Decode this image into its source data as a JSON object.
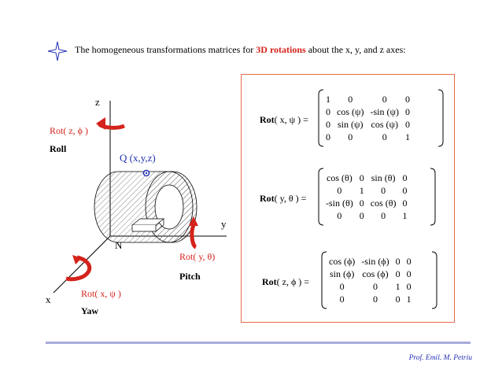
{
  "title": {
    "prefix": "The homogeneous transformations matrices for ",
    "highlight": "3D rotations",
    "suffix": " about the x, y, and z axes:"
  },
  "diagram": {
    "axis_z": "z",
    "axis_y": "y",
    "axis_x": "x",
    "origin": "N",
    "point": "Q (x,y,z)",
    "rot_z": "Rot( z, ϕ )",
    "roll": "Roll",
    "rot_y": "Rot( y, θ)",
    "pitch": "Pitch",
    "rot_x": "Rot( x, ψ )",
    "yaw": "Yaw"
  },
  "matrices": [
    {
      "label_bold": "Rot",
      "label_rest": "( x, ψ ) =",
      "rows": [
        [
          "1",
          "0",
          "0",
          "0"
        ],
        [
          "0",
          "cos (ψ)",
          "-sin (ψ)",
          "0"
        ],
        [
          "0",
          "sin (ψ)",
          "cos (ψ)",
          "0"
        ],
        [
          "0",
          "0",
          "0",
          "1"
        ]
      ]
    },
    {
      "label_bold": "Rot",
      "label_rest": "( y, θ ) =",
      "rows": [
        [
          "cos (θ)",
          "0",
          "sin (θ)",
          "0"
        ],
        [
          "0",
          "1",
          "0",
          "0"
        ],
        [
          "-sin (θ)",
          "0",
          "cos (θ)",
          "0"
        ],
        [
          "0",
          "0",
          "0",
          "1"
        ]
      ]
    },
    {
      "label_bold": "Rot",
      "label_rest": "( z, ϕ ) =",
      "rows": [
        [
          "cos (ϕ)",
          "-sin (ϕ)",
          "0",
          "0"
        ],
        [
          "sin (ϕ)",
          "cos (ϕ)",
          "0",
          "0"
        ],
        [
          "0",
          "0",
          "1",
          "0"
        ],
        [
          "0",
          "0",
          "0",
          "1"
        ]
      ]
    }
  ],
  "footer": "Prof. Emil. M. Petriu",
  "colors": {
    "accent_red": "#d4231b",
    "blue": "#1f2fb0",
    "box_border": "#e46b4a",
    "rule": "#a8acd9"
  }
}
